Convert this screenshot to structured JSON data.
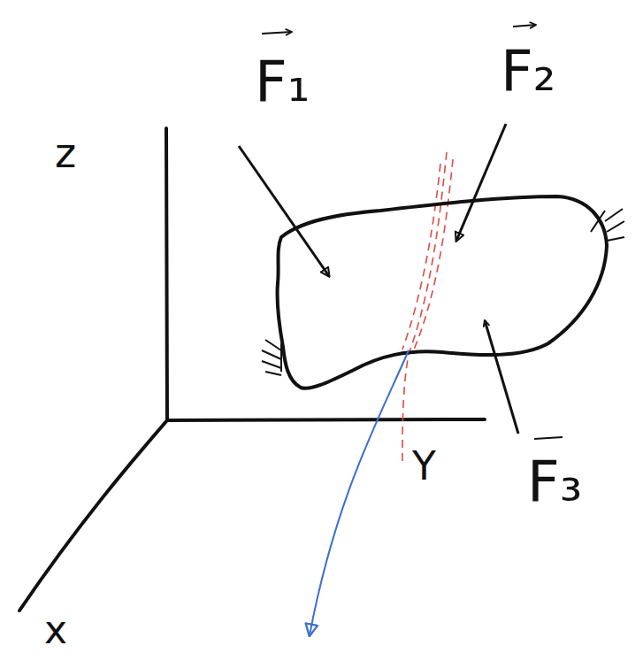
{
  "diagram": {
    "labels": [
      "z",
      "Y",
      "x",
      "F₁",
      "F₂",
      "F₃"
    ]
  }
}
